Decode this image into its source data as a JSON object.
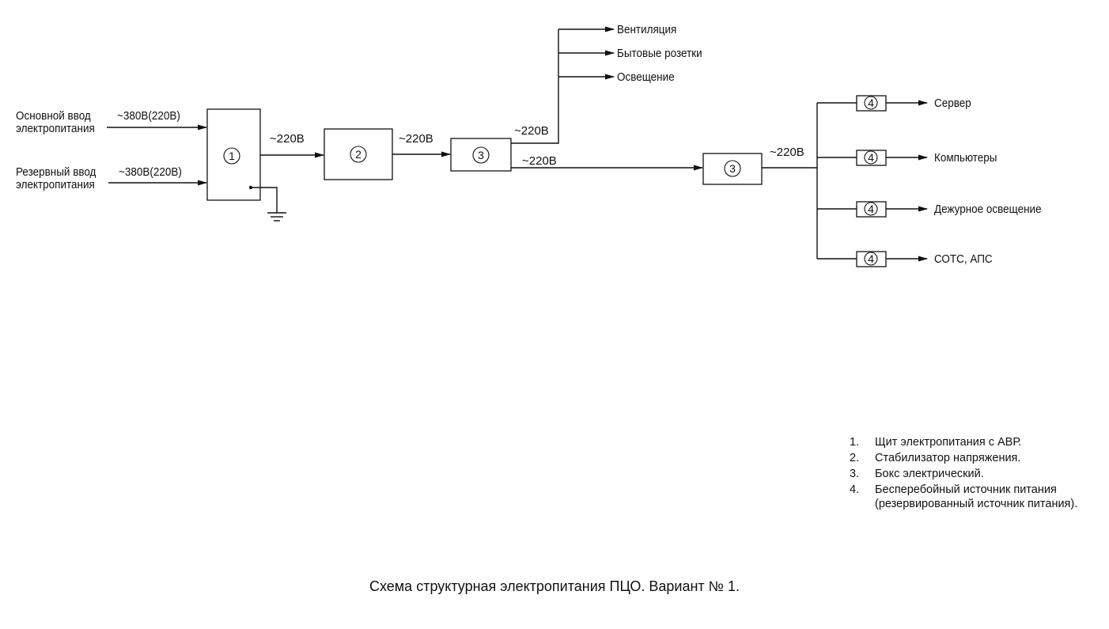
{
  "inputs": {
    "main_line1": "Основной ввод",
    "main_line2": "электропитания",
    "main_voltage": "~380В(220В)",
    "reserve_line1": "Резервный ввод",
    "reserve_line2": "электропитания",
    "reserve_voltage": "~380В(220В)"
  },
  "blocks": {
    "b1": "1",
    "b2": "2",
    "b3a": "3",
    "b3b": "3",
    "b4_server": "4",
    "b4_computers": "4",
    "b4_duty_light": "4",
    "b4_sots": "4"
  },
  "voltages": {
    "v_1_2": "~220В",
    "v_2_3": "~220В",
    "v_3_top": "~220В",
    "v_3_3": "~220В",
    "v_3_out": "~220В"
  },
  "upper_loads": [
    "Вентиляция",
    "Бытовые розетки",
    "Освещение"
  ],
  "ups_loads": [
    "Сервер",
    "Компьютеры",
    "Дежурное освещение",
    "СОТС, АПС"
  ],
  "legend": [
    {
      "n": "1.",
      "text": "Щит электропитания с АВР."
    },
    {
      "n": "2.",
      "text": "Стабилизатор напряжения."
    },
    {
      "n": "3.",
      "text": "Бокс электрический."
    },
    {
      "n": "4.",
      "text": "Бесперебойный источник питания (резервированный источник питания)."
    }
  ],
  "caption": "Схема структурная электропитания ПЦО. Вариант № 1."
}
